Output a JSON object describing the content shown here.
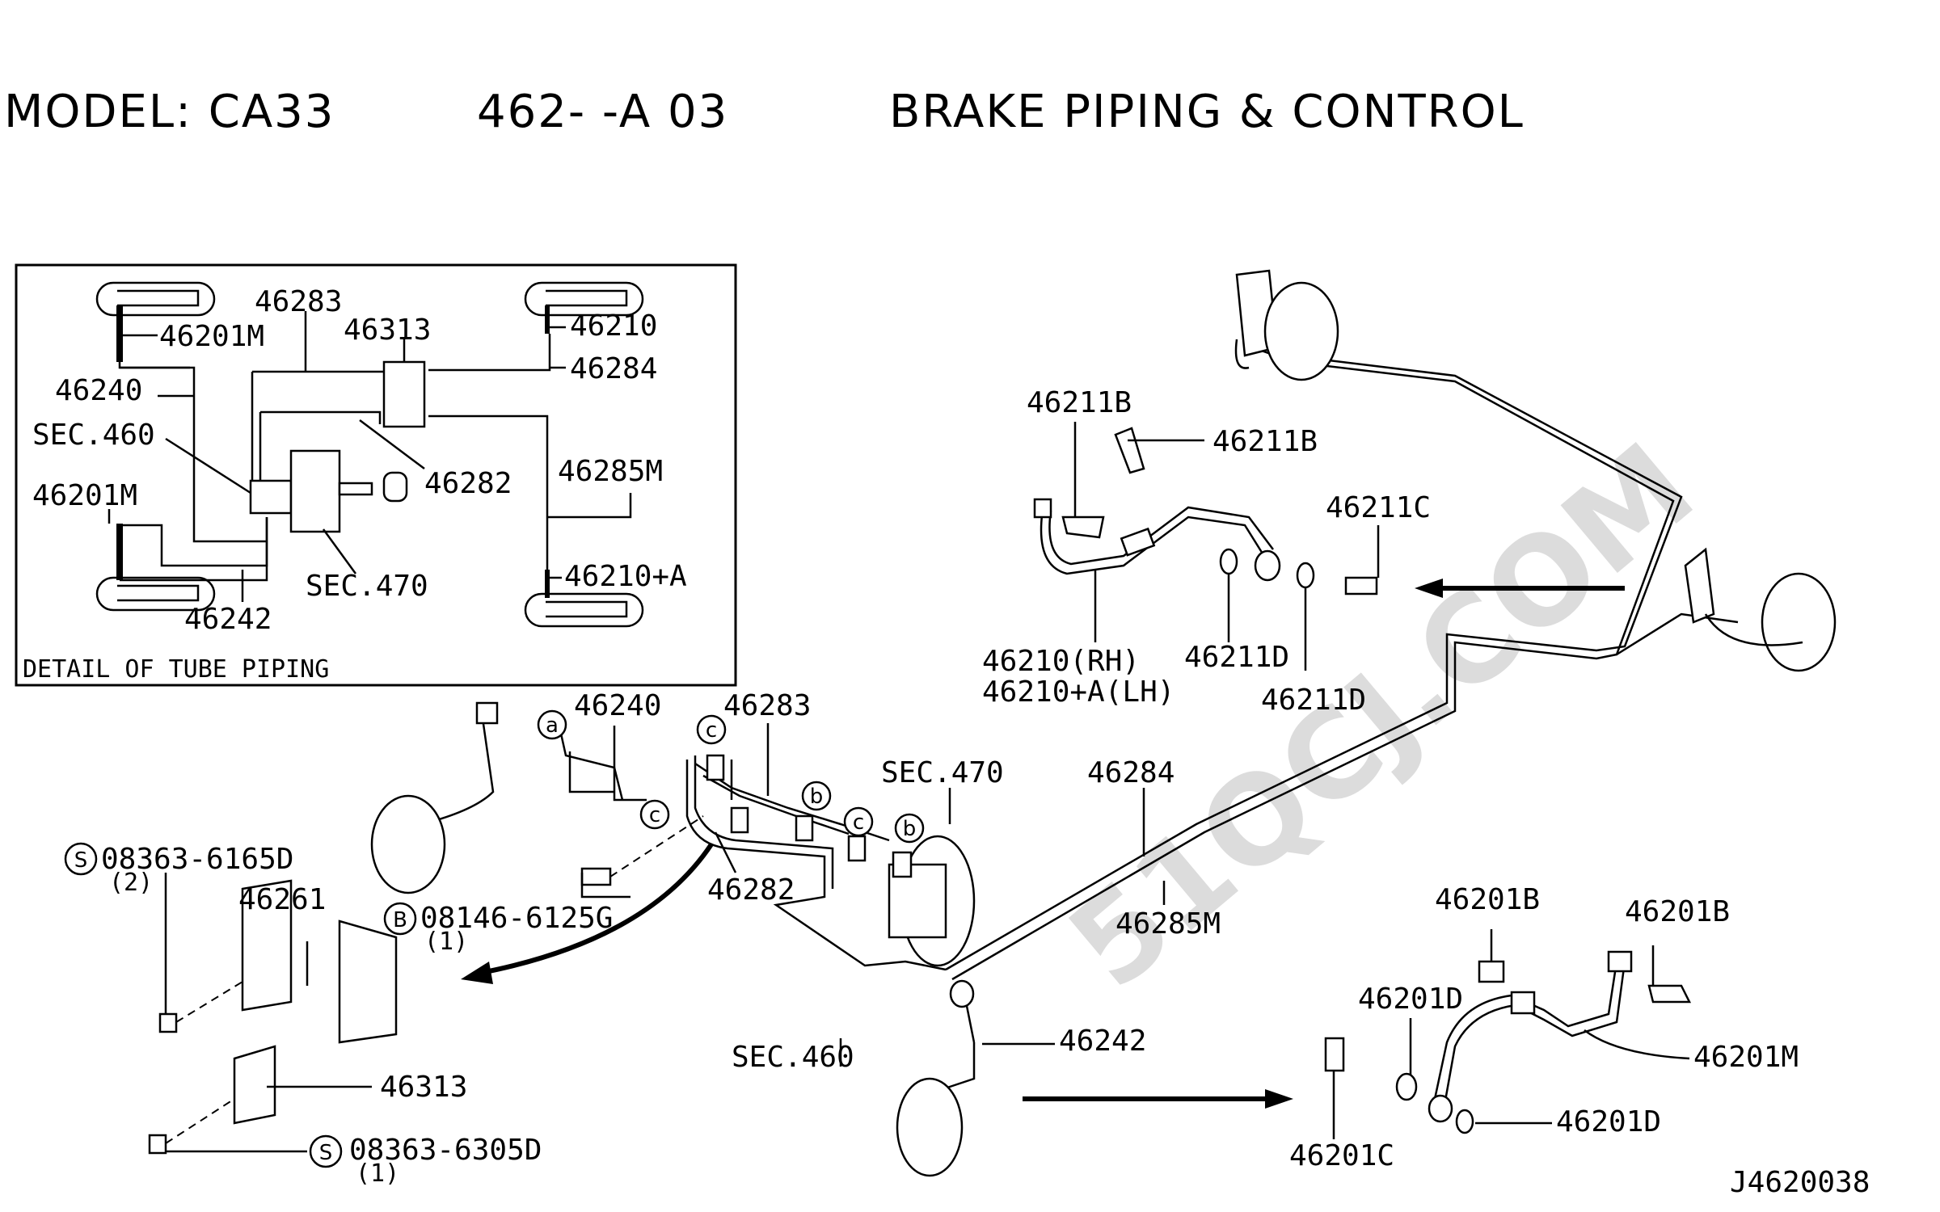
{
  "header": {
    "model": "MODEL: CA33",
    "code": "462-  -A 03",
    "title": "BRAKE PIPING & CONTROL"
  },
  "detail": {
    "caption": "DETAIL OF TUBE PIPING",
    "labels": {
      "p46283": "46283",
      "p46313": "46313",
      "p46201M_top": "46201M",
      "p46210": "46210",
      "p46284": "46284",
      "p46240": "46240",
      "sec460": "SEC.460",
      "p46282": "46282",
      "p46285M": "46285M",
      "p46201M_bot": "46201M",
      "p46210A": "46210+A",
      "sec470": "SEC.470",
      "p46242": "46242"
    }
  },
  "main": {
    "labels": {
      "p46211B_a": "46211B",
      "p46211B_b": "46211B",
      "p46211C": "46211C",
      "p46210RH": "46210(RH)",
      "p46210ALH": "46210+A(LH)",
      "p46211D_a": "46211D",
      "p46211D_b": "46211D",
      "p46240": "46240",
      "p46283": "46283",
      "sec470": "SEC.470",
      "p46284": "46284",
      "p46285M": "46285M",
      "p46282": "46282",
      "bolt_s1": "08363-6165D",
      "bolt_s1_qty": "(2)",
      "p46261": "46261",
      "bolt_b": "08146-6125G",
      "bolt_b_qty": "(1)",
      "p46313": "46313",
      "sec460": "SEC.460",
      "p46242": "46242",
      "bolt_s2": "08363-6305D",
      "bolt_s2_qty": "(1)",
      "p46201B_a": "46201B",
      "p46201B_b": "46201B",
      "p46201D_a": "46201D",
      "p46201M": "46201M",
      "p46201D_b": "46201D",
      "p46201C": "46201C",
      "ref": "J4620038"
    },
    "circle_markers": {
      "a": "a",
      "b": "b",
      "c": "c",
      "S": "S",
      "B": "B"
    }
  },
  "watermark": "51QCJ.COM"
}
